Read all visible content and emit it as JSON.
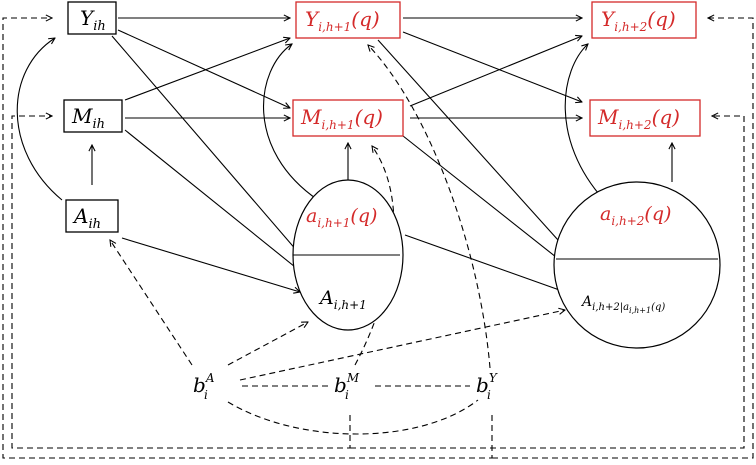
{
  "colors": {
    "highlight": "#d42a2a",
    "default": "#000000"
  },
  "nodes": {
    "y_ih": {
      "main": "Y",
      "sub": "ih"
    },
    "m_ih": {
      "main": "M",
      "sub": "ih"
    },
    "a_ih": {
      "main": "A",
      "sub": "ih"
    },
    "y_h1": {
      "main": "Y",
      "sub": "i,h+1",
      "tail": "(q)"
    },
    "m_h1": {
      "main": "M",
      "sub": "i,h+1",
      "tail": "(q)"
    },
    "y_h2": {
      "main": "Y",
      "sub": "i,h+2",
      "tail": "(q)"
    },
    "m_h2": {
      "main": "M",
      "sub": "i,h+2",
      "tail": "(q)"
    },
    "ellipse1": {
      "top": {
        "main": "a",
        "sub": "i,h+1",
        "tail": "(q)"
      },
      "bottom": {
        "main": "A",
        "sub": "i,h+1"
      }
    },
    "ellipse2": {
      "top": {
        "main": "a",
        "sub": "i,h+2",
        "tail": "(q)"
      },
      "bottom": {
        "main": "A",
        "sub": "i,h+2",
        "cond": "a",
        "cond_sub": "i,h+1",
        "tail": "(q)"
      }
    },
    "b_a": {
      "main": "b",
      "sub": "i",
      "sup": "A"
    },
    "b_m": {
      "main": "b",
      "sub": "i",
      "sup": "M"
    },
    "b_y": {
      "main": "b",
      "sub": "i",
      "sup": "Y"
    }
  }
}
